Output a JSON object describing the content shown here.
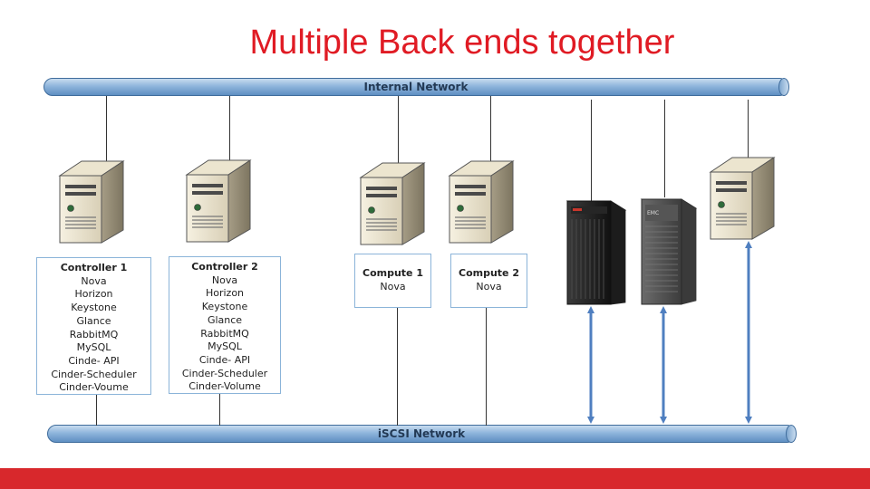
{
  "title": "Multiple Back ends together",
  "networks": {
    "internal": "Internal Network",
    "iscsi": "iSCSI Network"
  },
  "nodes": [
    {
      "name": "Controller 1",
      "services": [
        "Nova",
        "Horizon",
        "Keystone",
        "Glance",
        "RabbitMQ",
        "MySQL",
        "Cinde- API",
        "Cinder-Scheduler",
        "Cinder-Voume"
      ]
    },
    {
      "name": "Controller 2",
      "services": [
        "Nova",
        "Horizon",
        "Keystone",
        "Glance",
        "RabbitMQ",
        "MySQL",
        "Cinde- API",
        "Cinder-Scheduler",
        "Cinder-Volume"
      ]
    },
    {
      "name": "Compute 1",
      "services": [
        "Nova"
      ]
    },
    {
      "name": "Compute 2",
      "services": [
        "Nova"
      ]
    }
  ],
  "storage_labels": {
    "backend_a": "",
    "backend_b": "EMC"
  },
  "colors": {
    "title": "#e01b24",
    "bus": "#8fb5dc",
    "arrow": "#4f7fc0",
    "footer": "#d8282c"
  }
}
